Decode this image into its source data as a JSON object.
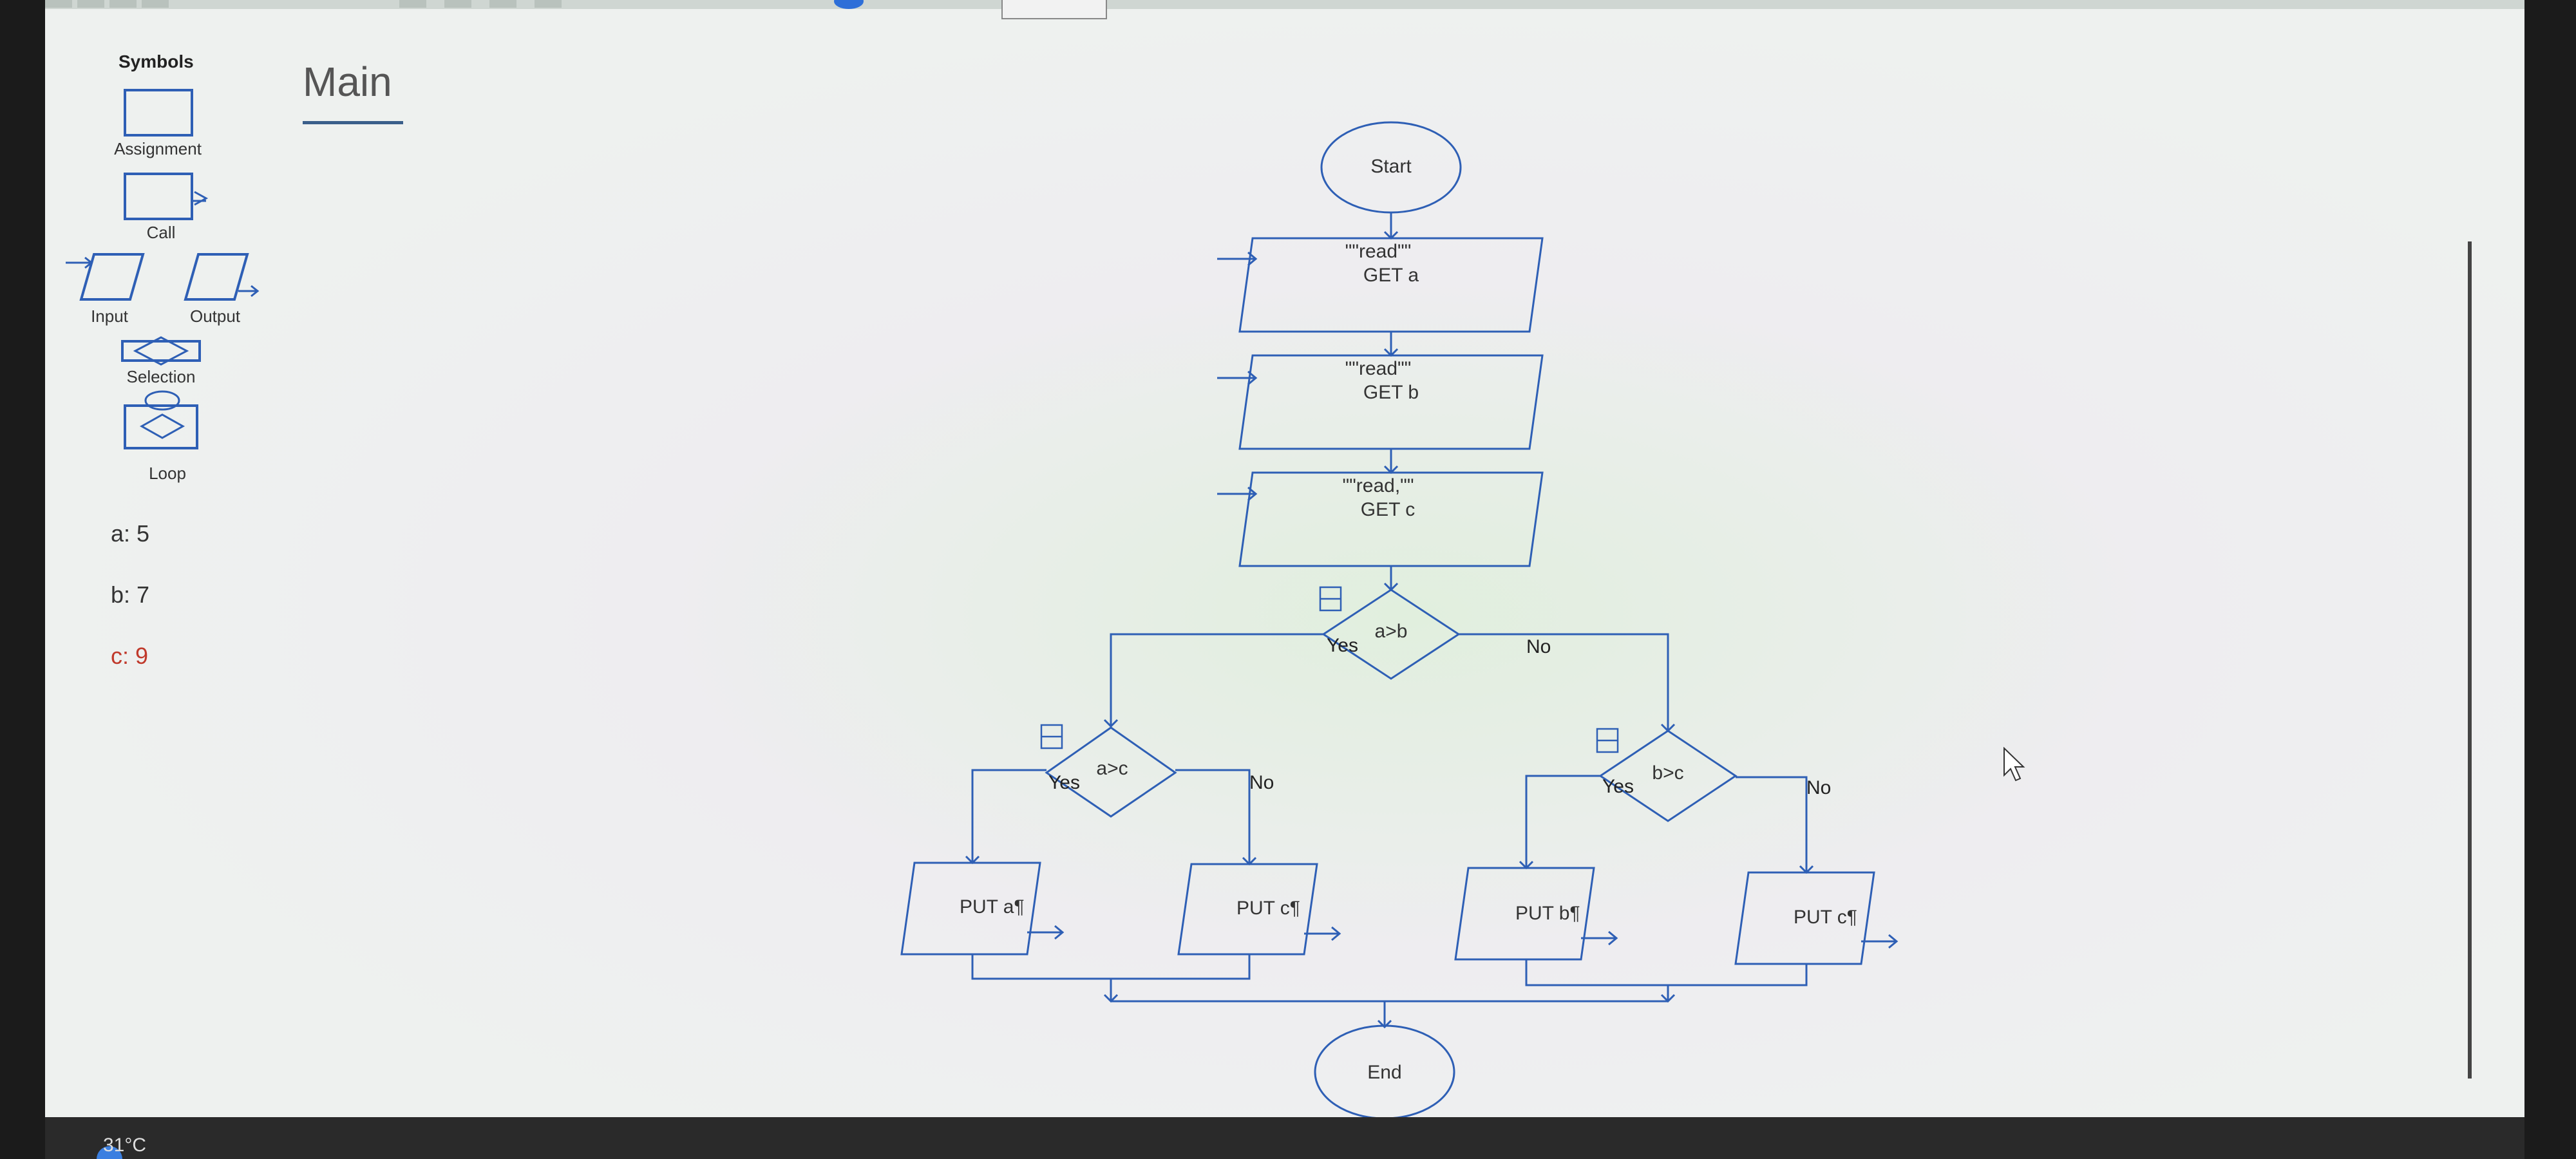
{
  "palette": {
    "title": "Symbols",
    "assignment": "Assignment",
    "call": "Call",
    "input": "Input",
    "output": "Output",
    "selection": "Selection",
    "loop": "Loop"
  },
  "variables": [
    {
      "text": "a: 5",
      "color": "#333333"
    },
    {
      "text": "b: 7",
      "color": "#333333"
    },
    {
      "text": "c: 9",
      "color": "#c0392b"
    }
  ],
  "tab": {
    "title": "Main"
  },
  "flowchart": {
    "start": "Start",
    "end": "End",
    "input_a": {
      "prompt": "\"\"read\"\"",
      "code": "GET a"
    },
    "input_b": {
      "prompt": "\"\"read\"\"",
      "code": "GET b"
    },
    "input_c": {
      "prompt": "\"\"read,\"\"",
      "code": "GET c"
    },
    "decision_main": "a>b",
    "decision_left": "a>c",
    "decision_right": "b>c",
    "yes": "Yes",
    "no": "No",
    "out_a": "PUT a¶",
    "out_c1": "PUT c¶",
    "out_b": "PUT b¶",
    "out_c2": "PUT c¶"
  },
  "taskbar": {
    "weather": "31°C"
  },
  "colors": {
    "flow_line": "#2e5fb5",
    "accent": "#3a5f8a"
  }
}
